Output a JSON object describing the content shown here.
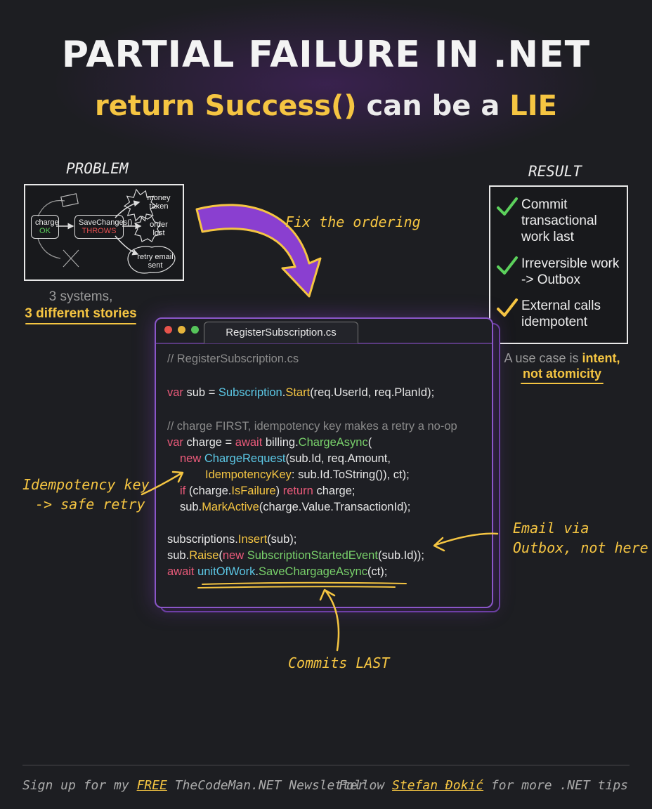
{
  "header": {
    "title": "PARTIAL FAILURE IN .NET",
    "subtitle_part1": "return Success()",
    "subtitle_part2": " can be a ",
    "subtitle_part3": "LIE"
  },
  "problem": {
    "label": "PROBLEM",
    "node_charge": "charge",
    "node_charge_status": "OK",
    "node_save": "SaveChanges()",
    "node_save_status": "THROWS",
    "outcome_money": "money taken",
    "outcome_order": "order lost",
    "outcome_email": "retry email sent",
    "caption_line1": "3 systems,",
    "caption_line2": "3 different stories"
  },
  "fix_label": "Fix the ordering",
  "result": {
    "label": "RESULT",
    "items": [
      {
        "text": "Commit transactional work last",
        "status": "done",
        "icon": "check-icon-green"
      },
      {
        "text": "Irreversible work -> Outbox",
        "status": "done",
        "icon": "check-icon-green"
      },
      {
        "text": "External calls idempotent",
        "status": "done",
        "icon": "check-icon-yellow"
      }
    ],
    "caption_line1_a": "A use case is ",
    "caption_line1_b": "intent,",
    "caption_line2": "not atomicity"
  },
  "code_window": {
    "tab_title": "RegisterSubscription.cs",
    "dots": [
      "#e5534b",
      "#e6b43c",
      "#56c45a"
    ],
    "lines": {
      "l1": "// RegisterSubscription.cs",
      "l2_a": "var",
      "l2_b": " sub = ",
      "l2_c": "Subscription",
      "l2_d": ".",
      "l2_e": "Start",
      "l2_f": "(req.UserId, req.PlanId);",
      "l3": "// charge FIRST, idempotency key makes a retry a no-op",
      "l4_a": "var",
      "l4_b": " charge = ",
      "l4_c": "await",
      "l4_d": " billing.",
      "l4_e": "ChargeAsync",
      "l4_f": "(",
      "l5_a": "new",
      "l5_b": " ",
      "l5_c": "ChargeRequest",
      "l5_d": "(sub.Id, req.Amount,",
      "l6_a": "IdempotencyKey",
      "l6_b": ": sub.Id.ToString()), ct);",
      "l7_a": "if",
      "l7_b": " (charge.",
      "l7_c": "IsFailure",
      "l7_d": ") ",
      "l7_e": "return",
      "l7_f": " charge;",
      "l8_a": "sub.",
      "l8_b": "MarkActive",
      "l8_c": "(charge.Value.TransactionId);",
      "l9_a": "subscriptions.",
      "l9_b": "Insert",
      "l9_c": "(sub);",
      "l10_a": "sub.",
      "l10_b": "Raise",
      "l10_c": "(",
      "l10_d": "new",
      "l10_e": " ",
      "l10_f": "SubscriptionStartedEvent",
      "l10_g": "(sub.Id));",
      "l11_a": "await",
      "l11_b": " ",
      "l11_c": "unitOfWork",
      "l11_d": ".",
      "l11_e": "SaveChargageAsync",
      "l11_f": "(ct);"
    }
  },
  "annotations": {
    "idempotency_line1": "Idempotency key",
    "idempotency_line2": "-> safe retry",
    "email_line1": "Email via",
    "email_line2": "Outbox, not here",
    "commits": "Commits LAST"
  },
  "footer": {
    "left_a": "Sign up for my ",
    "left_b": "FREE",
    "left_c": " TheCodeMan.NET Newsletter",
    "right_a": "Follow ",
    "right_b": "Stefan Đokić",
    "right_c": " for more .NET tips"
  },
  "colors": {
    "background": "#1d1e22",
    "accent_yellow": "#f5c542",
    "accent_purple": "#8a56c8",
    "ok_green": "#5cd05c",
    "error_red": "#e85050"
  }
}
